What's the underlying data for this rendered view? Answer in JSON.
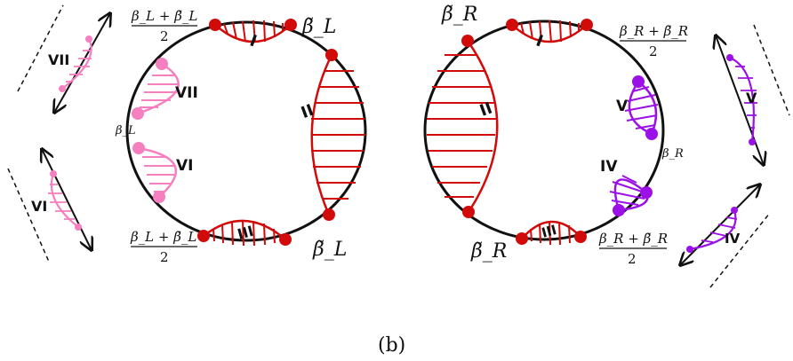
{
  "caption": "(b)",
  "colors": {
    "red": "#d10a0a",
    "pink": "#f57fbf",
    "purple": "#9b10e6",
    "ink": "#111111"
  },
  "left_diagram": {
    "labels": {
      "top_left_num": "β_L + β̃_L",
      "top_left_den": "2",
      "top_right": "β̃_L",
      "mid_left": "β_L",
      "bottom_left_num": "β_L + β̃_L",
      "bottom_left_den": "2",
      "bottom_right": "β̃_L"
    },
    "segment_marks": {
      "top": "I",
      "right": "II",
      "bottom": "III",
      "upper_pink": "VII",
      "lower_pink": "VI"
    }
  },
  "right_diagram": {
    "labels": {
      "top_left": "β̃_R",
      "top_right_num": "β_R + β̃_R",
      "top_right_den": "2",
      "mid_right": "β_R",
      "bottom_left": "β̃_R",
      "bottom_right_num": "β_R + β̃_R",
      "bottom_right_den": "2"
    },
    "segment_marks": {
      "top": "I",
      "left": "II",
      "bottom": "III",
      "upper_purple": "V",
      "lower_purple": "IV"
    }
  },
  "side_insets": {
    "top_left": "VII",
    "bottom_left": "VI",
    "top_right": "V",
    "bottom_right": "IV"
  }
}
